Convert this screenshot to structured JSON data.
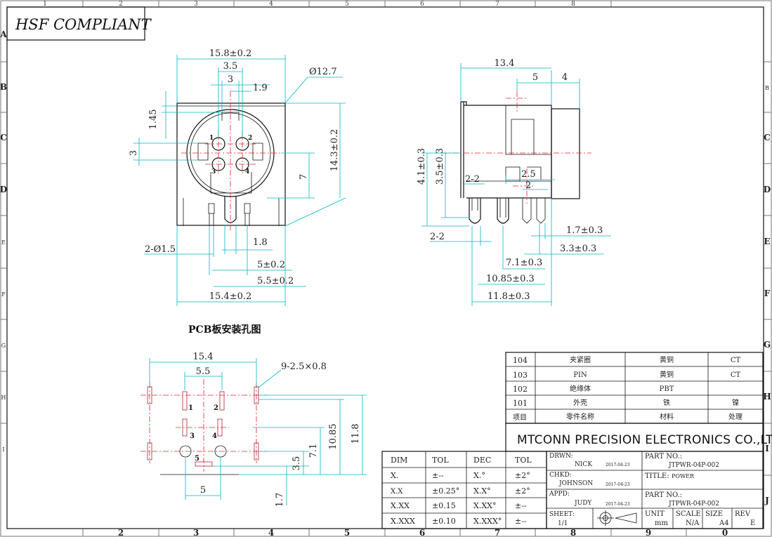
{
  "drawing": {
    "hsf_label": "HSF COMPLIANT",
    "pcb_caption": "PCB板安装孔图",
    "border_cols_top": [
      "1",
      "2",
      "3",
      "4",
      "5",
      "6",
      "7",
      "8"
    ],
    "border_cols_bottom": [
      "2",
      "3",
      "4",
      "5",
      "6",
      "7",
      "8",
      "9",
      "0"
    ],
    "border_rows_left": [
      "A",
      "B",
      "C",
      "D",
      "E",
      "F",
      "G",
      "H",
      "I"
    ],
    "border_rows_right": [
      "B",
      "C",
      "D",
      "E",
      "F",
      "G",
      "H",
      "I",
      "J"
    ]
  },
  "front_view": {
    "dims": {
      "width_top": "15.8±0.2",
      "d35": "3.5",
      "d3": "3",
      "d19": "1.9",
      "dia": "Ø12.7",
      "d145": "1.45",
      "d3v": "3",
      "d7": "7",
      "h143": "14.3±0.2",
      "hole": "2-Ø1.5",
      "d18": "1.8",
      "d5": "5±0.2",
      "d55": "5.5±0.2",
      "d154": "15.4±0.2"
    },
    "pins": [
      "1",
      "2",
      "3",
      "4"
    ]
  },
  "side_view": {
    "dims": {
      "d134": "13.4",
      "d5": "5",
      "d4": "4",
      "v41": "4.1±0.3",
      "v35": "3.5±0.3",
      "d22a": "2-2",
      "d25": "2.5",
      "d2": "2",
      "d22b": "2-2",
      "d17": "1.7±0.3",
      "d33": "3.3±0.3",
      "d71": "7.1±0.3",
      "d1085": "10.85±0.3",
      "d118": "11.8±0.3"
    }
  },
  "pcb_view": {
    "dims": {
      "d154": "15.4",
      "d55": "5.5",
      "slots": "9-2.5×0.8",
      "v118": "11.8",
      "v1085": "10.85",
      "v71": "7.1",
      "v35": "3.5",
      "d5": "5",
      "v17": "1.7"
    },
    "pins": [
      "1",
      "2",
      "3",
      "4",
      "5"
    ]
  },
  "bom": [
    {
      "no": "104",
      "name": "夹紧圈",
      "material": "黄铜",
      "finish": "CT"
    },
    {
      "no": "103",
      "name": "PIN",
      "material": "黄铜",
      "finish": "CT"
    },
    {
      "no": "102",
      "name": "绝缘体",
      "material": "PBT",
      "finish": ""
    },
    {
      "no": "101",
      "name": "外壳",
      "material": "铁",
      "finish": "镍"
    },
    {
      "no": "项目",
      "name": "零件名称",
      "material": "材料",
      "finish": "处理"
    }
  ],
  "company": "MTCONN PRECISION ELECTRONICS CO.,LTD",
  "tolerance": {
    "headers": [
      "DIM",
      "TOL",
      "DEC",
      "TOL"
    ],
    "rows": [
      [
        "X.",
        "±--",
        "X.°",
        "±2°"
      ],
      [
        "X.X",
        "±0.25°",
        "X.X°",
        "±2°"
      ],
      [
        "X.XX",
        "±0.15",
        "X.XX°",
        "±--"
      ],
      [
        "X.XXX",
        "±0.10",
        "X.XXX°",
        "±--"
      ]
    ]
  },
  "titleblock": {
    "drwn_label": "DRWN:",
    "drwn_name": "NICK",
    "drwn_date": "2017-04-23",
    "chkd_label": "CHKD:",
    "chkd_name": "JOHNSON",
    "chkd_date": "2017-04-23",
    "appd_label": "APPD:",
    "appd_name": "JUDY",
    "appd_date": "2017-04-23",
    "partno_label": "PART NO.:",
    "partno": "JTPWR-04P-002",
    "title_label": "TITLE:",
    "title": "POWER",
    "partno2_label": "PART NO.:",
    "partno2": "JTPWR-04P-002",
    "sheet_label": "SHEET:",
    "sheet": "1/1",
    "unit_label": "UNIT",
    "unit": "mm",
    "scale_label": "SCALE",
    "scale": "N/A",
    "size_label": "SIZE",
    "size": "A4",
    "rev_label": "REV",
    "rev": "E"
  }
}
